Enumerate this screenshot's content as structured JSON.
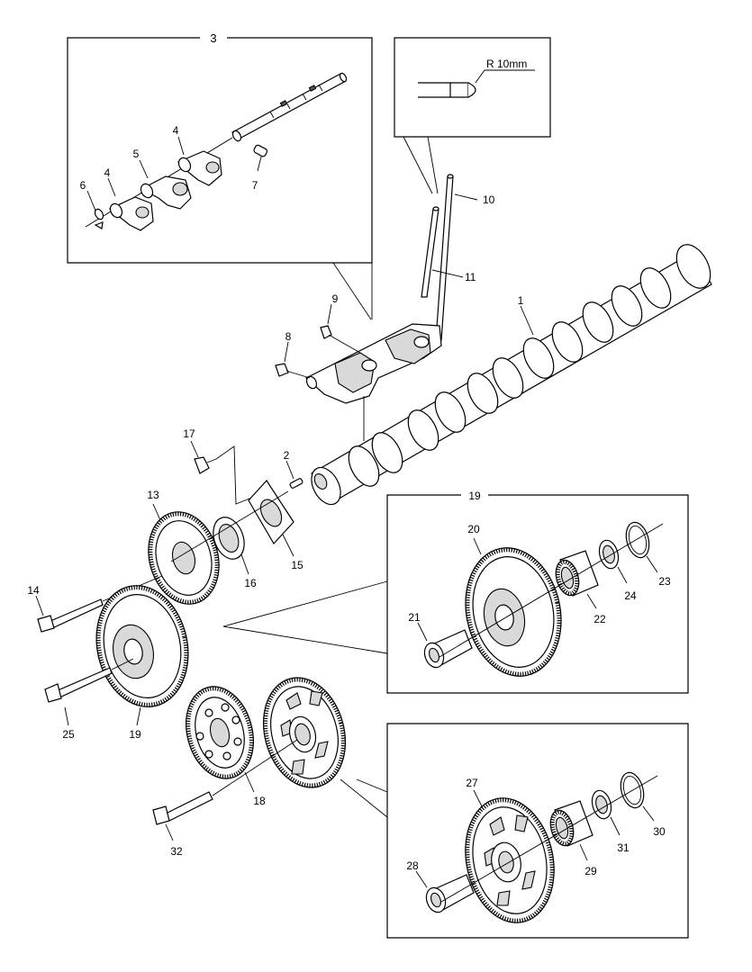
{
  "callouts": {
    "c1": "1",
    "c2": "2",
    "c3": "3",
    "c4a": "4",
    "c4b": "4",
    "c5": "5",
    "c6": "6",
    "c7": "7",
    "c8": "8",
    "c9": "9",
    "c10": "10",
    "c11": "11",
    "c13": "13",
    "c14": "14",
    "c15": "15",
    "c16": "16",
    "c17": "17",
    "c18": "18",
    "c19a": "19",
    "c19b": "19",
    "c20": "20",
    "c21": "21",
    "c22": "22",
    "c23": "23",
    "c24": "24",
    "c25": "25",
    "c27": "27",
    "c28": "28",
    "c29": "29",
    "c30": "30",
    "c31": "31",
    "c32": "32"
  },
  "detail_note": "R 10mm"
}
